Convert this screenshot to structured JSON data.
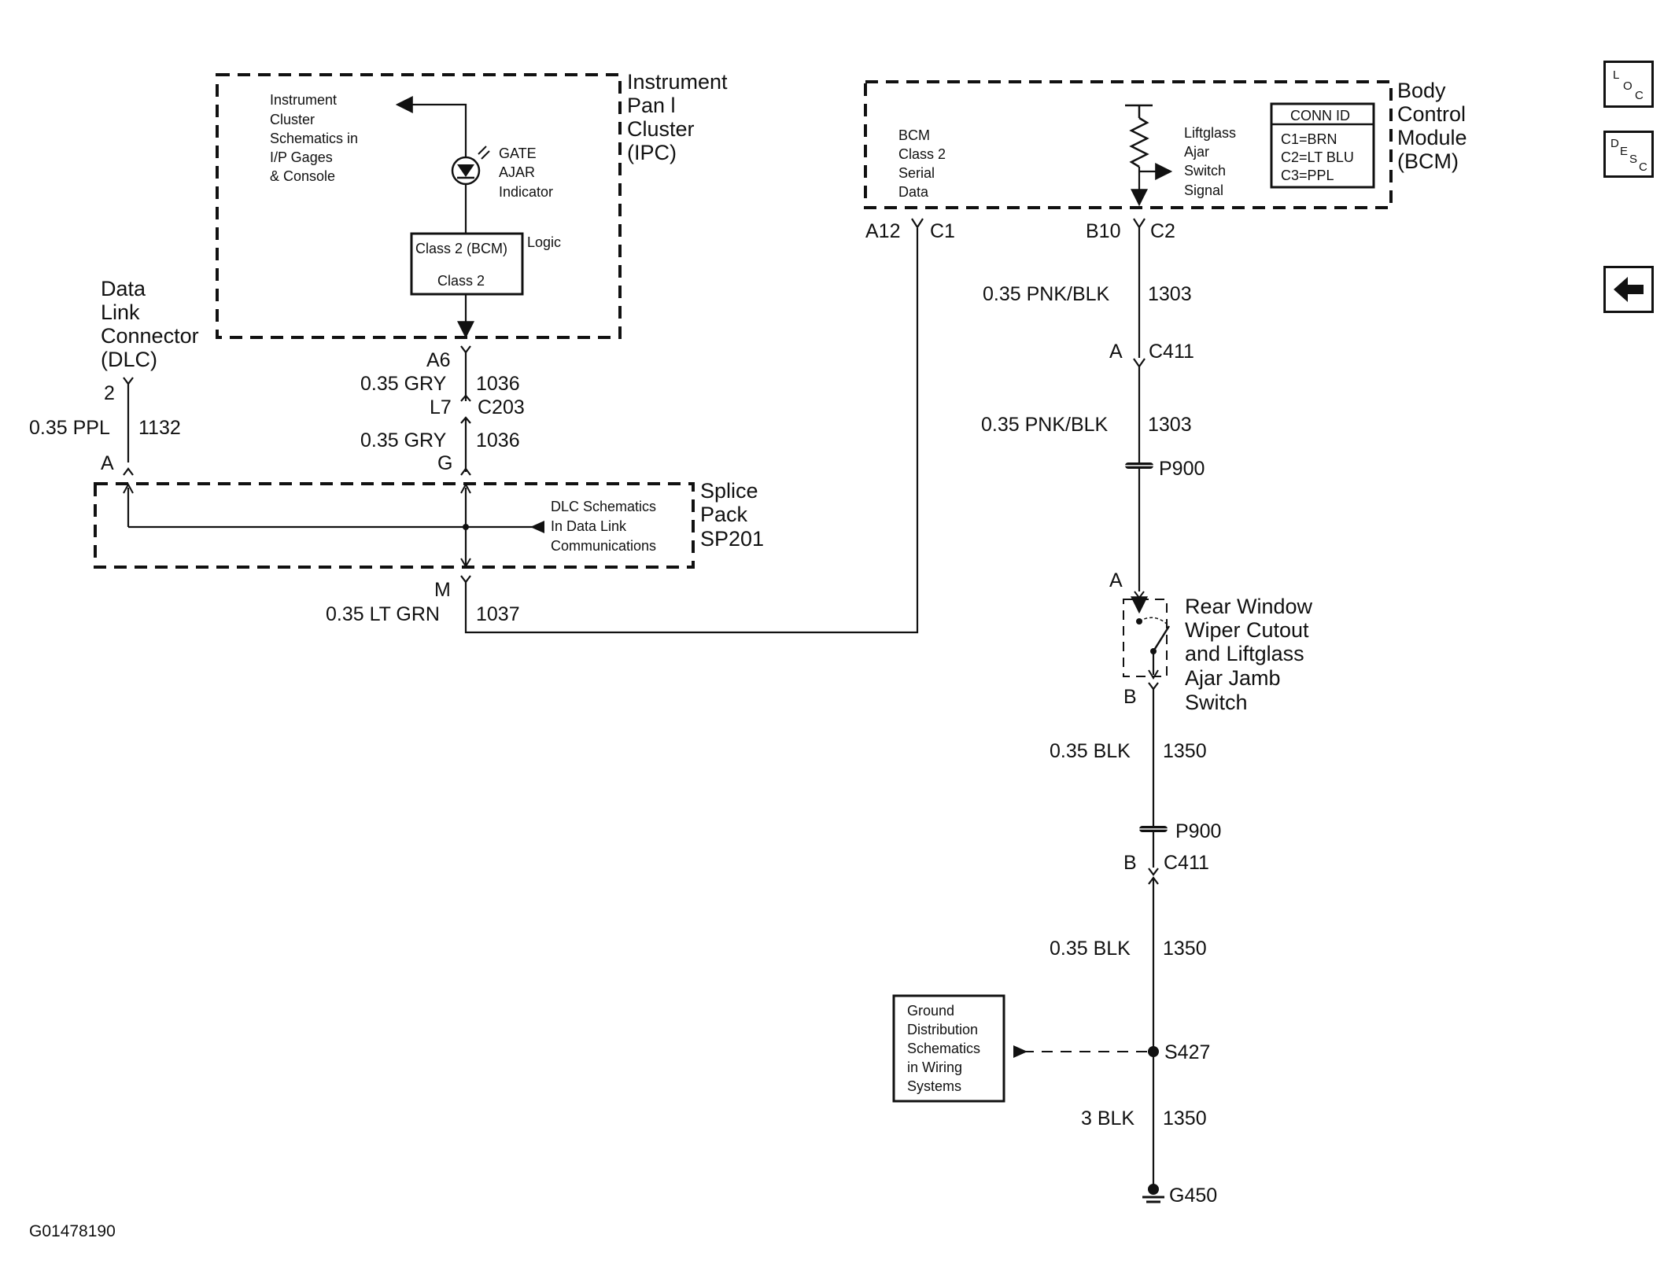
{
  "ipc": {
    "title": [
      "Instrument",
      "Pan  l",
      "Cluster",
      "(IPC)"
    ],
    "ref": [
      "Instrument",
      "Cluster",
      "Schematics in",
      "I/P Gages",
      "& Console"
    ],
    "indicator": [
      "GATE",
      "AJAR",
      "Indicator"
    ],
    "logic_top": "Class 2 (BCM)",
    "logic_bottom": "Class 2",
    "logic_label": "Logic"
  },
  "dlc": {
    "title": [
      "Data",
      "Link",
      "Connector",
      "(DLC)"
    ],
    "pin": "2",
    "wire": "0.35 PPL",
    "circuit": "1132",
    "term": "A"
  },
  "ipc_wiring": {
    "pin_a6": "A6",
    "wire1": "0.35 GRY",
    "circ1": "1036",
    "pin_l7": "L7",
    "conn": "C203",
    "wire2": "0.35 GRY",
    "circ2": "1036",
    "pin_g": "G"
  },
  "splice": {
    "title": [
      "Splice",
      "Pack",
      "SP201"
    ],
    "ref": [
      "DLC Schematics",
      "In Data Link",
      "Communications"
    ],
    "pin_m": "M",
    "wire": "0.35 LT GRN",
    "circuit": "1037"
  },
  "bcm": {
    "title": [
      "Body",
      "Control",
      "Module",
      "(BCM)"
    ],
    "serial": [
      "BCM",
      "Class 2",
      "Serial",
      "Data"
    ],
    "signal": [
      "Liftglass",
      "Ajar",
      "Switch",
      "Signal"
    ],
    "conn_id": {
      "title": "CONN ID",
      "lines": [
        "C1=BRN",
        "C2=LT BLU",
        "C3=PPL"
      ]
    },
    "pin_a12": "A12",
    "conn_c1": "C1",
    "pin_b10": "B10",
    "conn_c2": "C2"
  },
  "right_wiring": {
    "wire1": "0.35 PNK/BLK",
    "circ1": "1303",
    "c411_a": "A",
    "c411": "C411",
    "wire2": "0.35 PNK/BLK",
    "circ2": "1303",
    "p900_1": "P900",
    "sw_a": "A",
    "switch_label": [
      "Rear Window",
      "Wiper Cutout",
      "and Liftglass",
      "Ajar Jamb",
      "Switch"
    ],
    "sw_b": "B",
    "wire3": "0.35 BLK",
    "circ3": "1350",
    "p900_2": "P900",
    "c411_b": "B",
    "c411_2": "C411",
    "wire4": "0.35 BLK",
    "circ4": "1350",
    "s427": "S427",
    "wire5": "3 BLK",
    "circ5": "1350",
    "ground": "G450"
  },
  "ground_ref": [
    "Ground",
    "Distribution",
    "Schematics",
    "in Wiring",
    "Systems"
  ],
  "figure_id": "G01478190",
  "nav": {
    "loc": [
      "L",
      "O",
      "C"
    ],
    "desc": [
      "D",
      "E",
      "S",
      "C"
    ],
    "back_icon": "left-arrow-icon"
  }
}
